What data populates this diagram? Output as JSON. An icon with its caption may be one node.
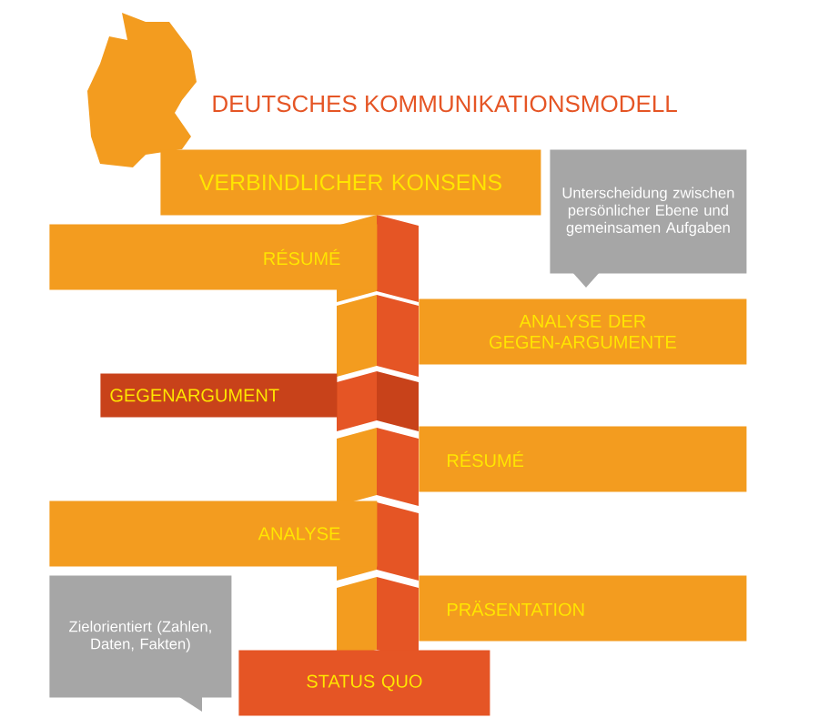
{
  "diagram": {
    "title": "DEUTSCHES KOMMUNIKATIONSMODELL",
    "nodes": [
      {
        "text": [
          "VERBINDLICHER KONSENS"
        ]
      },
      {
        "text": [
          "Unterscheidung zwischen persönlicher Ebene und gemeinsamen Aufgaben"
        ]
      },
      {
        "text": [
          "RÉSUMÉ"
        ]
      },
      {
        "text": [
          "ANALYSE DER GEGEN-ARGUMENTE"
        ]
      },
      {
        "text": [
          "GEGENARGUMENT"
        ]
      },
      {
        "text": [
          "RÉSUMÉ"
        ]
      },
      {
        "text": [
          "ANALYSE"
        ]
      },
      {
        "text": [
          "Zielorientiert (Zahlen, Daten, Fakten)"
        ]
      },
      {
        "text": [
          "PRÄSENTATION"
        ]
      },
      {
        "text": [
          "STATUS QUO"
        ]
      }
    ]
  }
}
